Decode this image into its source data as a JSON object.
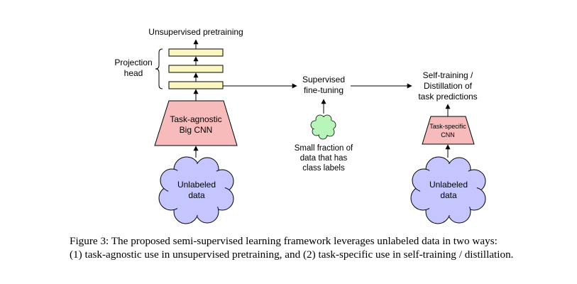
{
  "diagram": {
    "pretraining_label": "Unsupervised pretraining",
    "projection_head_line1": "Projection",
    "projection_head_line2": "head",
    "big_cnn_line1": "Task-agnostic",
    "big_cnn_line2": "Big CNN",
    "unlabeled_line1": "Unlabeled",
    "unlabeled_line2": "data",
    "finetune_line1": "Supervised",
    "finetune_line2": "fine-tuning",
    "labeled_line1": "Small fraction of",
    "labeled_line2": "data that has",
    "labeled_line3": "class labels",
    "selftrain_line1": "Self-training /",
    "selftrain_line2": "Distillation of",
    "selftrain_line3": "task predictions",
    "small_cnn_line1": "Task-specific",
    "small_cnn_line2": "CNN",
    "unlabeled2_line1": "Unlabeled",
    "unlabeled2_line2": "data",
    "colors": {
      "cnn_fill": "#f8bbbb",
      "cloud_fill": "#c5c5ff",
      "cloud_small_fill": "#b8f5b8",
      "head_bar_fill": "#fcf7c0"
    }
  },
  "caption": {
    "line1": "Figure 3: The proposed semi-supervised learning framework leverages unlabeled data in two ways:",
    "line2": "(1) task-agnostic use in unsupervised pretraining, and (2) task-specific use in self-training / distillation."
  }
}
